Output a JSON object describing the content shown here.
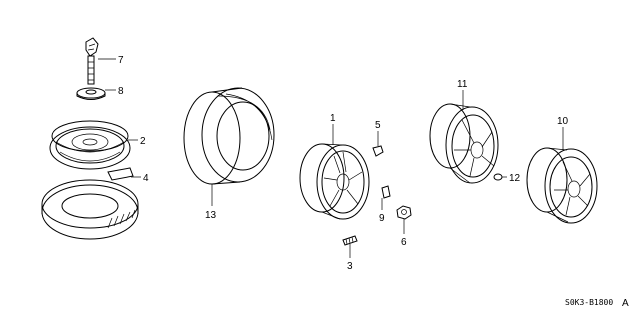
{
  "callouts": {
    "c1": "1",
    "c2": "2",
    "c3": "3",
    "c4": "4",
    "c5": "5",
    "c6": "6",
    "c7": "7",
    "c8": "8",
    "c9": "9",
    "c10": "10",
    "c11": "11",
    "c12": "12",
    "c13": "13"
  },
  "diagram_code": "S0K3-B1800",
  "diagram_code_suffix": "A"
}
